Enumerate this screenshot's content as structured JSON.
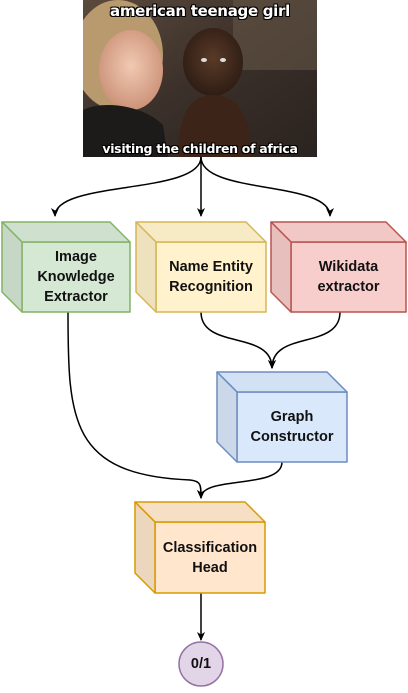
{
  "image": {
    "top_caption": "american teenage girl",
    "bottom_caption": "visiting the children of africa"
  },
  "nodes": {
    "image_knowledge": {
      "label": "Image\nKnowledge\nExtractor",
      "fill": "#d5e8d4",
      "stroke": "#82b366"
    },
    "ner": {
      "label": "Name Entity\nRecognition",
      "fill": "#fff2cc",
      "stroke": "#d6b656"
    },
    "wikidata": {
      "label": "Wikidata\nextractor",
      "fill": "#f8cecc",
      "stroke": "#b85450"
    },
    "graph": {
      "label": "Graph\nConstructor",
      "fill": "#dae8fc",
      "stroke": "#6c8ebf"
    },
    "classification": {
      "label": "Classification\nHead",
      "fill": "#ffe6cc",
      "stroke": "#d79b00"
    },
    "output": {
      "label": "0/1",
      "fill": "#e1d5e7",
      "stroke": "#9673a6"
    }
  }
}
